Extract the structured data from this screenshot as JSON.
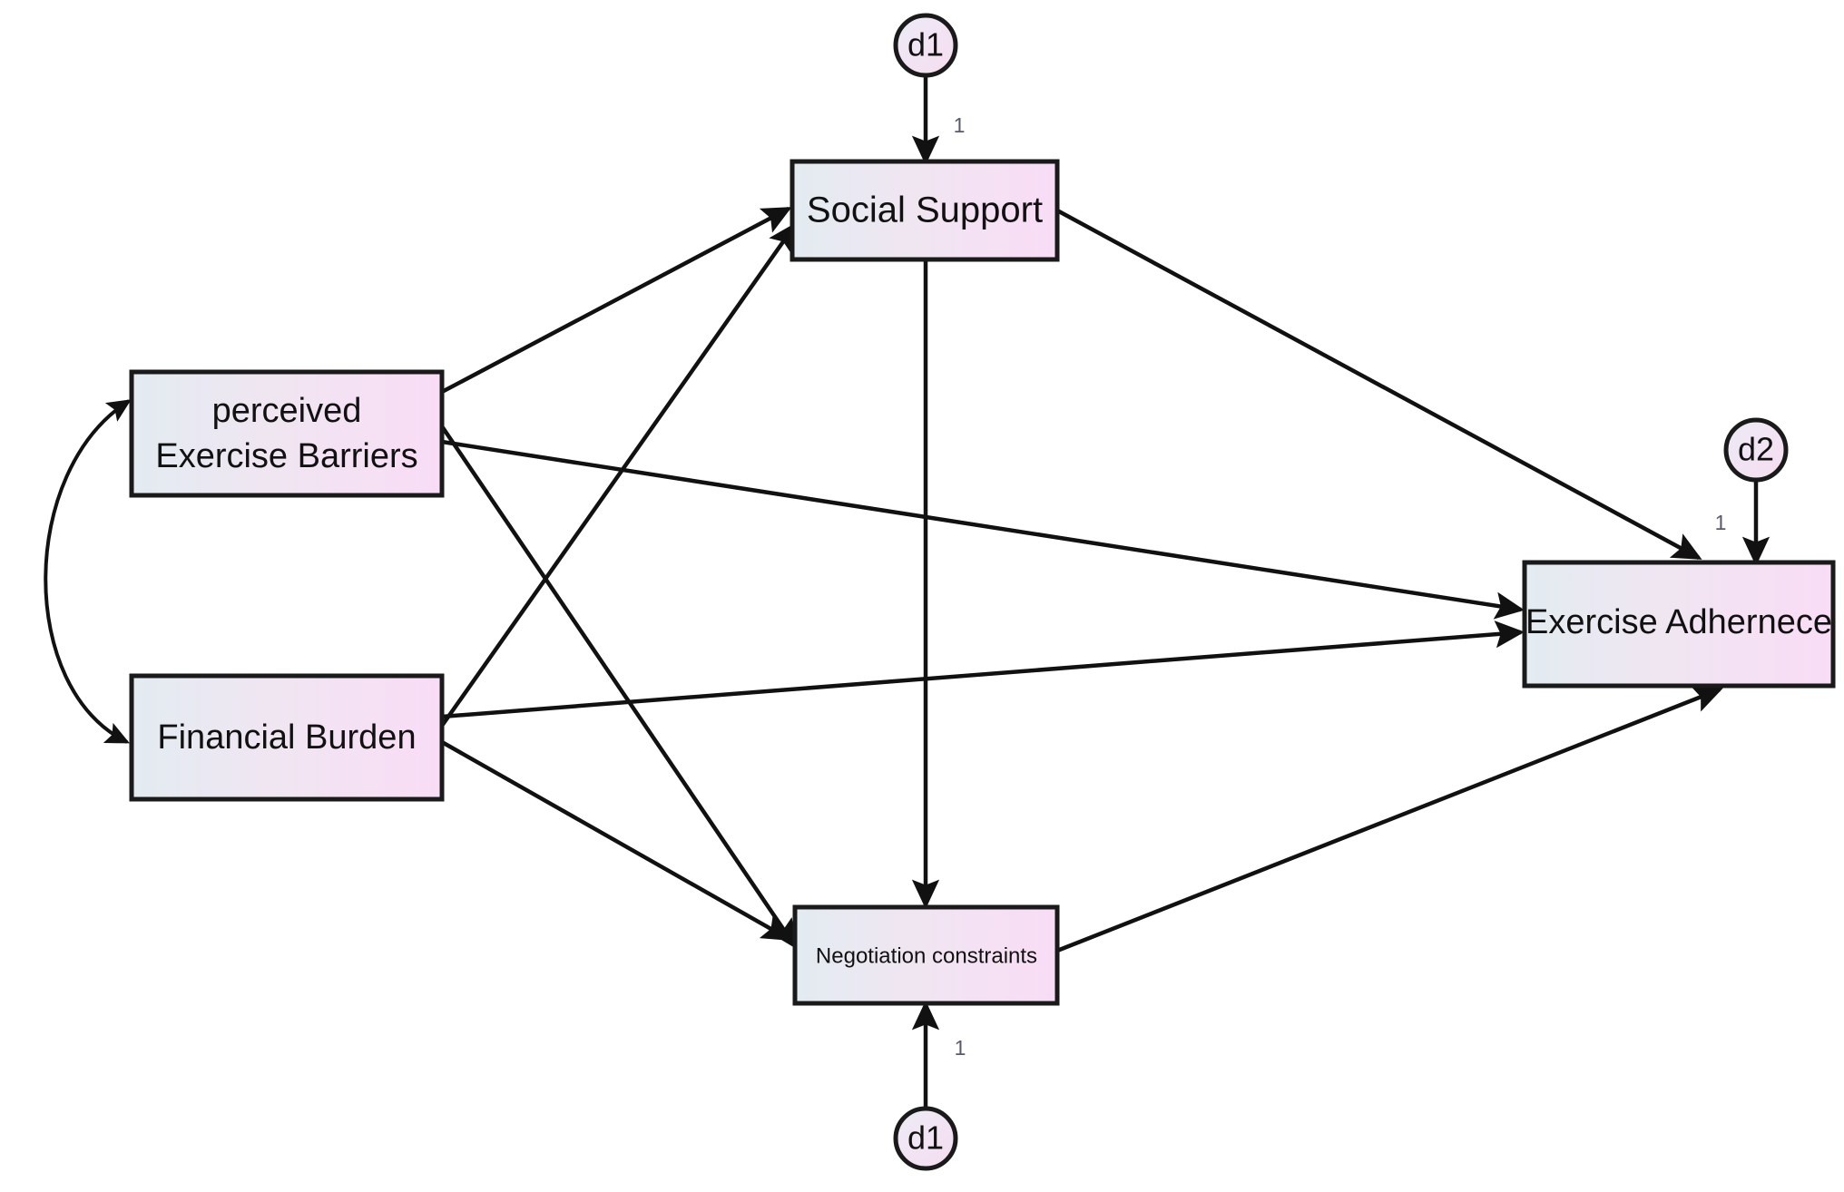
{
  "diagram": {
    "title": "Structural Equation Model Path Diagram",
    "type": "path-diagram",
    "background_color": "#ffffff",
    "stroke_color": "#111111",
    "box_fill_left_color": "#e2eaf0",
    "box_fill_right_color": "#f7ddf3",
    "circle_fill_left_color": "#eceaf5",
    "circle_fill_right_color": "#f5dcef"
  },
  "nodes": {
    "d1_top": {
      "label": "d1",
      "shape": "circle",
      "kind": "disturbance"
    },
    "d1_bottom": {
      "label": "d1",
      "shape": "circle",
      "kind": "disturbance"
    },
    "d2": {
      "label": "d2",
      "shape": "circle",
      "kind": "disturbance"
    },
    "social_support": {
      "label": "Social Support",
      "shape": "rect",
      "kind": "endogenous"
    },
    "perceived_exercise_barriers": {
      "label_line1": "perceived",
      "label_line2": "Exercise Barriers",
      "shape": "rect",
      "kind": "exogenous"
    },
    "financial_burden": {
      "label": "Financial Burden",
      "shape": "rect",
      "kind": "exogenous"
    },
    "negotiation_constraints": {
      "label": "Negotiation constraints",
      "shape": "rect",
      "kind": "endogenous"
    },
    "exercise_adherence": {
      "label": "Exercise Adhernece",
      "shape": "rect",
      "kind": "endogenous"
    }
  },
  "edge_labels": {
    "d1_top_to_social_support": "1",
    "d1_bottom_to_negotiation": "1",
    "d2_to_exercise_adherence": "1"
  },
  "edges": [
    {
      "from": "d1_top",
      "to": "social_support",
      "type": "directed",
      "label": "1"
    },
    {
      "from": "d1_bottom",
      "to": "negotiation_constraints",
      "type": "directed",
      "label": "1"
    },
    {
      "from": "d2",
      "to": "exercise_adherence",
      "type": "directed",
      "label": "1"
    },
    {
      "from": "perceived_exercise_barriers",
      "to": "social_support",
      "type": "directed",
      "label": ""
    },
    {
      "from": "perceived_exercise_barriers",
      "to": "negotiation_constraints",
      "type": "directed",
      "label": ""
    },
    {
      "from": "perceived_exercise_barriers",
      "to": "exercise_adherence",
      "type": "directed",
      "label": ""
    },
    {
      "from": "financial_burden",
      "to": "social_support",
      "type": "directed",
      "label": ""
    },
    {
      "from": "financial_burden",
      "to": "negotiation_constraints",
      "type": "directed",
      "label": ""
    },
    {
      "from": "financial_burden",
      "to": "exercise_adherence",
      "type": "directed",
      "label": ""
    },
    {
      "from": "social_support",
      "to": "negotiation_constraints",
      "type": "directed",
      "label": ""
    },
    {
      "from": "social_support",
      "to": "exercise_adherence",
      "type": "directed",
      "label": ""
    },
    {
      "from": "negotiation_constraints",
      "to": "exercise_adherence",
      "type": "directed",
      "label": ""
    },
    {
      "from": "perceived_exercise_barriers",
      "to": "financial_burden",
      "type": "covariance",
      "label": ""
    }
  ]
}
